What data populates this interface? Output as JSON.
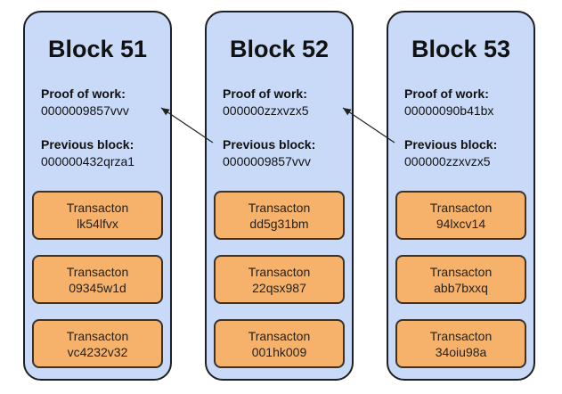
{
  "blocks": [
    {
      "title": "Block 51",
      "proof_label": "Proof of work:",
      "proof_value": "0000009857vvv",
      "prev_label": "Previous block:",
      "prev_value": "000000432qrza1",
      "transactions": [
        {
          "label": "Transacton",
          "id": "lk54lfvx"
        },
        {
          "label": "Transacton",
          "id": "09345w1d"
        },
        {
          "label": "Transacton",
          "id": "vc4232v32"
        }
      ]
    },
    {
      "title": "Block 52",
      "proof_label": "Proof of work:",
      "proof_value": "000000zzxvzx5",
      "prev_label": "Previous block:",
      "prev_value": "0000009857vvv",
      "transactions": [
        {
          "label": "Transacton",
          "id": "dd5g31bm"
        },
        {
          "label": "Transacton",
          "id": "22qsx987"
        },
        {
          "label": "Transacton",
          "id": "001hk009"
        }
      ]
    },
    {
      "title": "Block 53",
      "proof_label": "Proof of work:",
      "proof_value": "00000090b41bx",
      "prev_label": "Previous block:",
      "prev_value": "000000zzxvzx5",
      "transactions": [
        {
          "label": "Transacton",
          "id": "94lxcv14"
        },
        {
          "label": "Transacton",
          "id": "abb7bxxq"
        },
        {
          "label": "Transacton",
          "id": "34oiu98a"
        }
      ]
    }
  ],
  "colors": {
    "block_fill": "#c9daf8",
    "transaction_fill": "#f6b26b",
    "border": "#1f1f1f"
  }
}
